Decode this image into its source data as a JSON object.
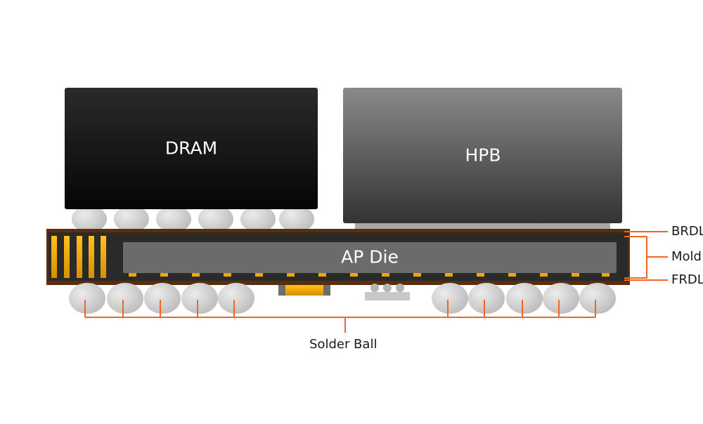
{
  "components": {
    "dram": "DRAM",
    "hpb": "HPB",
    "ap_die": "AP Die"
  },
  "callouts": {
    "brdl": "BRDL",
    "mold": "Mold",
    "frdl": "FRDL",
    "solder_ball": "Solder Ball"
  },
  "colors": {
    "substrate_brown": "#5a2e0c",
    "mold_dark": "#2a2a2a",
    "die_gray": "#6b6b6b",
    "gold": "#f0a800",
    "callout_orange": "#f26522",
    "dram_black": "#0e0e0e",
    "hpb_gray": "#4a4a4a",
    "ball_gray": "#d2d2d2"
  }
}
